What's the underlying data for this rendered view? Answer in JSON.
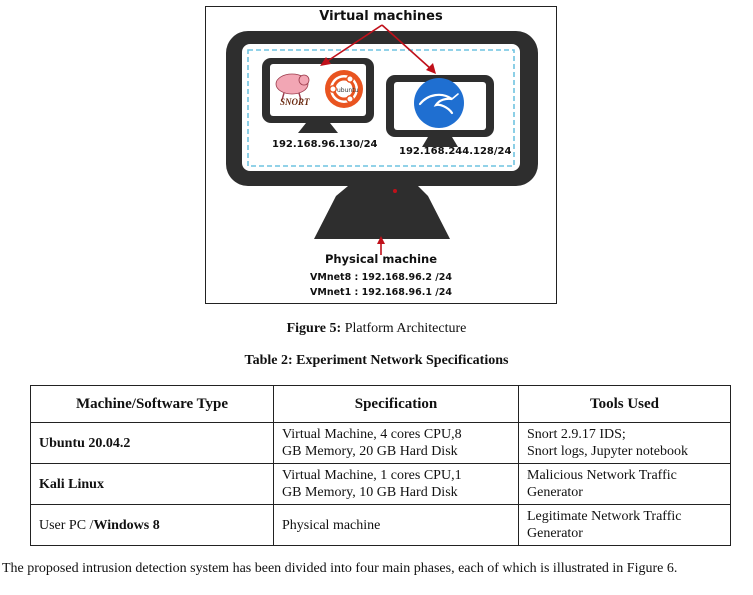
{
  "figure": {
    "vm_title": "Virtual machines",
    "vm1_ip": "192.168.96.130/24",
    "vm2_ip": "192.168.244.128/24",
    "physical_title": "Physical machine",
    "vmnet8": "VMnet8 : 192.168.96.2 /24",
    "vmnet1": "VMnet1 : 192.168.96.1 /24",
    "logo_text": {
      "snort": "SNORT",
      "ubuntu": "ubuntu"
    },
    "icons": [
      "snort-logo-icon",
      "ubuntu-logo-icon",
      "kali-linux-logo-icon"
    ],
    "colors": {
      "monitor": "#2e2e2e",
      "dashed": "#6fc3e0",
      "arrow": "#c0101a",
      "kali_blue": "#1f6fd1",
      "ubuntu_orange": "#e95420"
    }
  },
  "caption": {
    "label": "Figure 5:",
    "text": "Platform Architecture"
  },
  "table": {
    "title": "Table 2: Experiment Network Specifications",
    "headers": [
      "Machine/Software Type",
      "Specification",
      "Tools Used"
    ],
    "rows": [
      {
        "machine_prefix": "",
        "machine_bold": "Ubuntu 20.04.2",
        "spec": [
          "Virtual Machine, 4 cores CPU,8",
          "GB Memory, 20 GB Hard Disk"
        ],
        "tools": [
          "Snort 2.9.17 IDS;",
          "Snort logs, Jupyter notebook"
        ]
      },
      {
        "machine_prefix": "",
        "machine_bold": "Kali Linux",
        "spec": [
          "Virtual Machine, 1 cores CPU,1",
          "GB Memory, 10 GB Hard Disk"
        ],
        "tools": [
          "Malicious Network Traffic",
          "Generator"
        ]
      },
      {
        "machine_prefix": "User PC /",
        "machine_bold": "Windows 8",
        "spec": [
          "Physical machine"
        ],
        "tools": [
          "Legitimate Network Traffic",
          "Generator"
        ]
      }
    ]
  },
  "paragraph": "The proposed intrusion detection system has been divided into four main phases, each of which is illustrated in Figure 6."
}
